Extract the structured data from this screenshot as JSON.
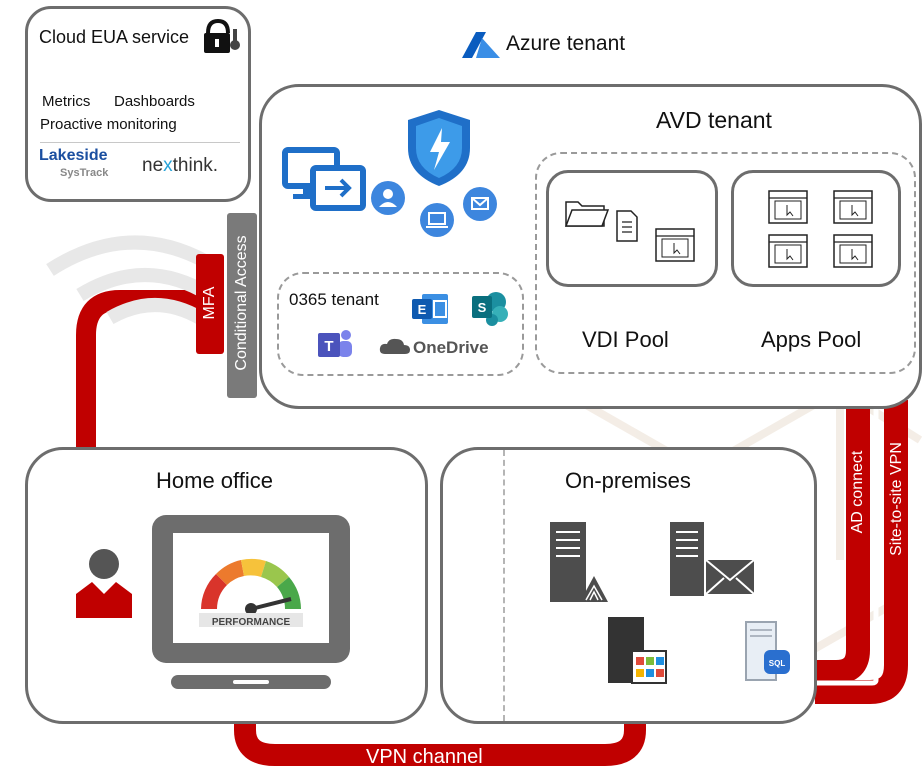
{
  "cloud_eua": {
    "title": "Cloud EUA service",
    "metrics": "Metrics",
    "dashboards": "Dashboards",
    "proactive": "Proactive monitoring",
    "lakeside": "Lakeside",
    "systrack": "SysTrack",
    "nexthink_pre": "ne",
    "nexthink_x": "x",
    "nexthink_post": "think."
  },
  "azure": {
    "title": "Azure tenant"
  },
  "avd": {
    "title": "AVD tenant"
  },
  "o365": {
    "title": "0365 tenant",
    "onedrive": "OneDrive"
  },
  "pools": {
    "vdi": "VDI Pool",
    "apps": "Apps Pool"
  },
  "home": {
    "title": "Home office",
    "gauge_label": "PERFORMANCE"
  },
  "onprem": {
    "title": "On-premises"
  },
  "links": {
    "mfa": "MFA",
    "conditional_access": "Conditional Access",
    "ad_connect": "AD connect",
    "site_to_site": "Site-to-site VPN",
    "vpn_channel": "VPN channel"
  },
  "colors": {
    "accent_red": "#c00000",
    "box_border": "#6d6d6d",
    "azure_blue": "#2f6fd1",
    "teams_purple": "#5059c9"
  }
}
